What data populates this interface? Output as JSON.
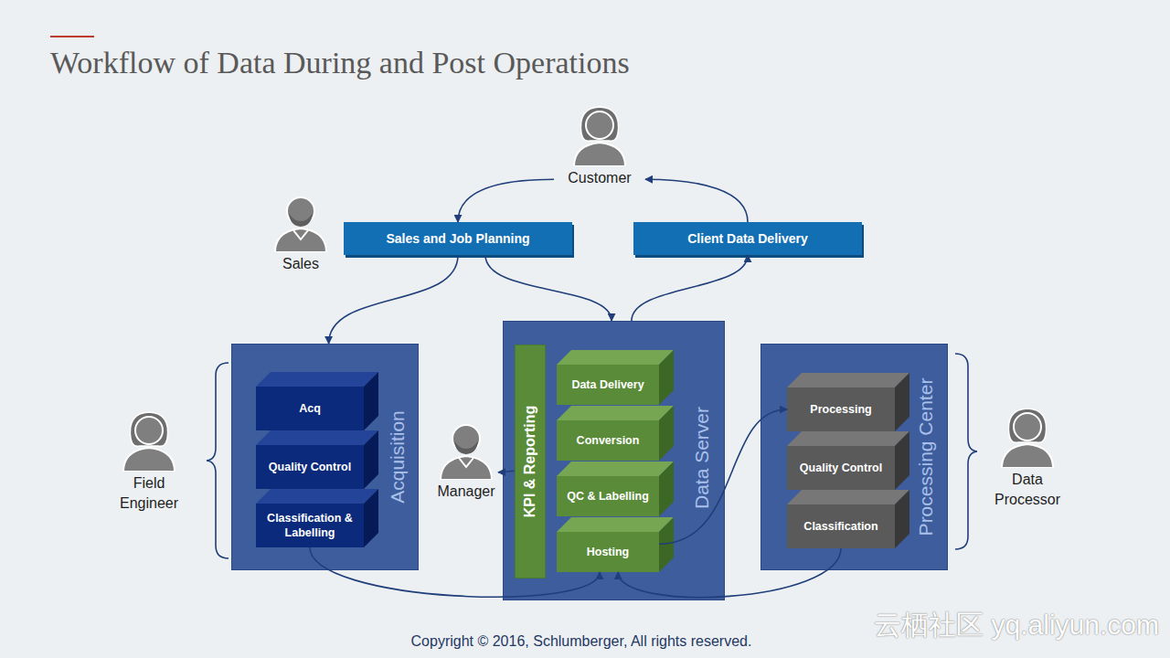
{
  "diagram": {
    "title": "Workflow of Data During and Post Operations",
    "nodes": [
      {
        "text": [
          "Customer"
        ]
      },
      {
        "text": [
          "Sales"
        ]
      },
      {
        "text": [
          "Sales and Job Planning"
        ]
      },
      {
        "text": [
          "Client Data Delivery"
        ]
      },
      {
        "text": [
          "Acquisition"
        ]
      },
      {
        "text": [
          "Acq"
        ],
        "in": 4
      },
      {
        "text": [
          "Quality Control"
        ],
        "in": 4
      },
      {
        "text": [
          "Classification & Labelling"
        ],
        "in": 4
      },
      {
        "text": [
          "Field Engineer"
        ]
      },
      {
        "text": [
          "Manager"
        ]
      },
      {
        "text": [
          "Data Server"
        ]
      },
      {
        "text": [
          "KPI & Reporting"
        ],
        "in": 10
      },
      {
        "text": [
          "Data Delivery"
        ],
        "in": 10
      },
      {
        "text": [
          "Conversion"
        ],
        "in": 10
      },
      {
        "text": [
          "QC & Labelling"
        ],
        "in": 10
      },
      {
        "text": [
          "Hosting"
        ],
        "in": 10
      },
      {
        "text": [
          "Processing Center"
        ]
      },
      {
        "text": [
          "Processing"
        ],
        "in": 16
      },
      {
        "text": [
          "Quality Control"
        ],
        "in": 16
      },
      {
        "text": [
          "Classification"
        ],
        "in": 16
      },
      {
        "text": [
          "Data Processor"
        ]
      }
    ],
    "edges": [
      {
        "from": 0,
        "to": 2,
        "arrow": "to"
      },
      {
        "from": 2,
        "to": 4,
        "arrow": "to"
      },
      {
        "from": 2,
        "to": 10,
        "arrow": "to"
      },
      {
        "from": 10,
        "to": 3,
        "arrow": "to"
      },
      {
        "from": 3,
        "to": 0,
        "arrow": "to"
      },
      {
        "from": 7,
        "to": 15,
        "arrow": "to"
      },
      {
        "from": 15,
        "to": 17,
        "arrow": "to"
      },
      {
        "from": 19,
        "to": 15,
        "arrow": "to"
      },
      {
        "from": 11,
        "to": 9,
        "arrow": "to"
      }
    ],
    "labels": [
      "Copyright © 2016, Schlumberger, All rights reserved.",
      "云栖社区 yq.aliyun.com"
    ]
  }
}
